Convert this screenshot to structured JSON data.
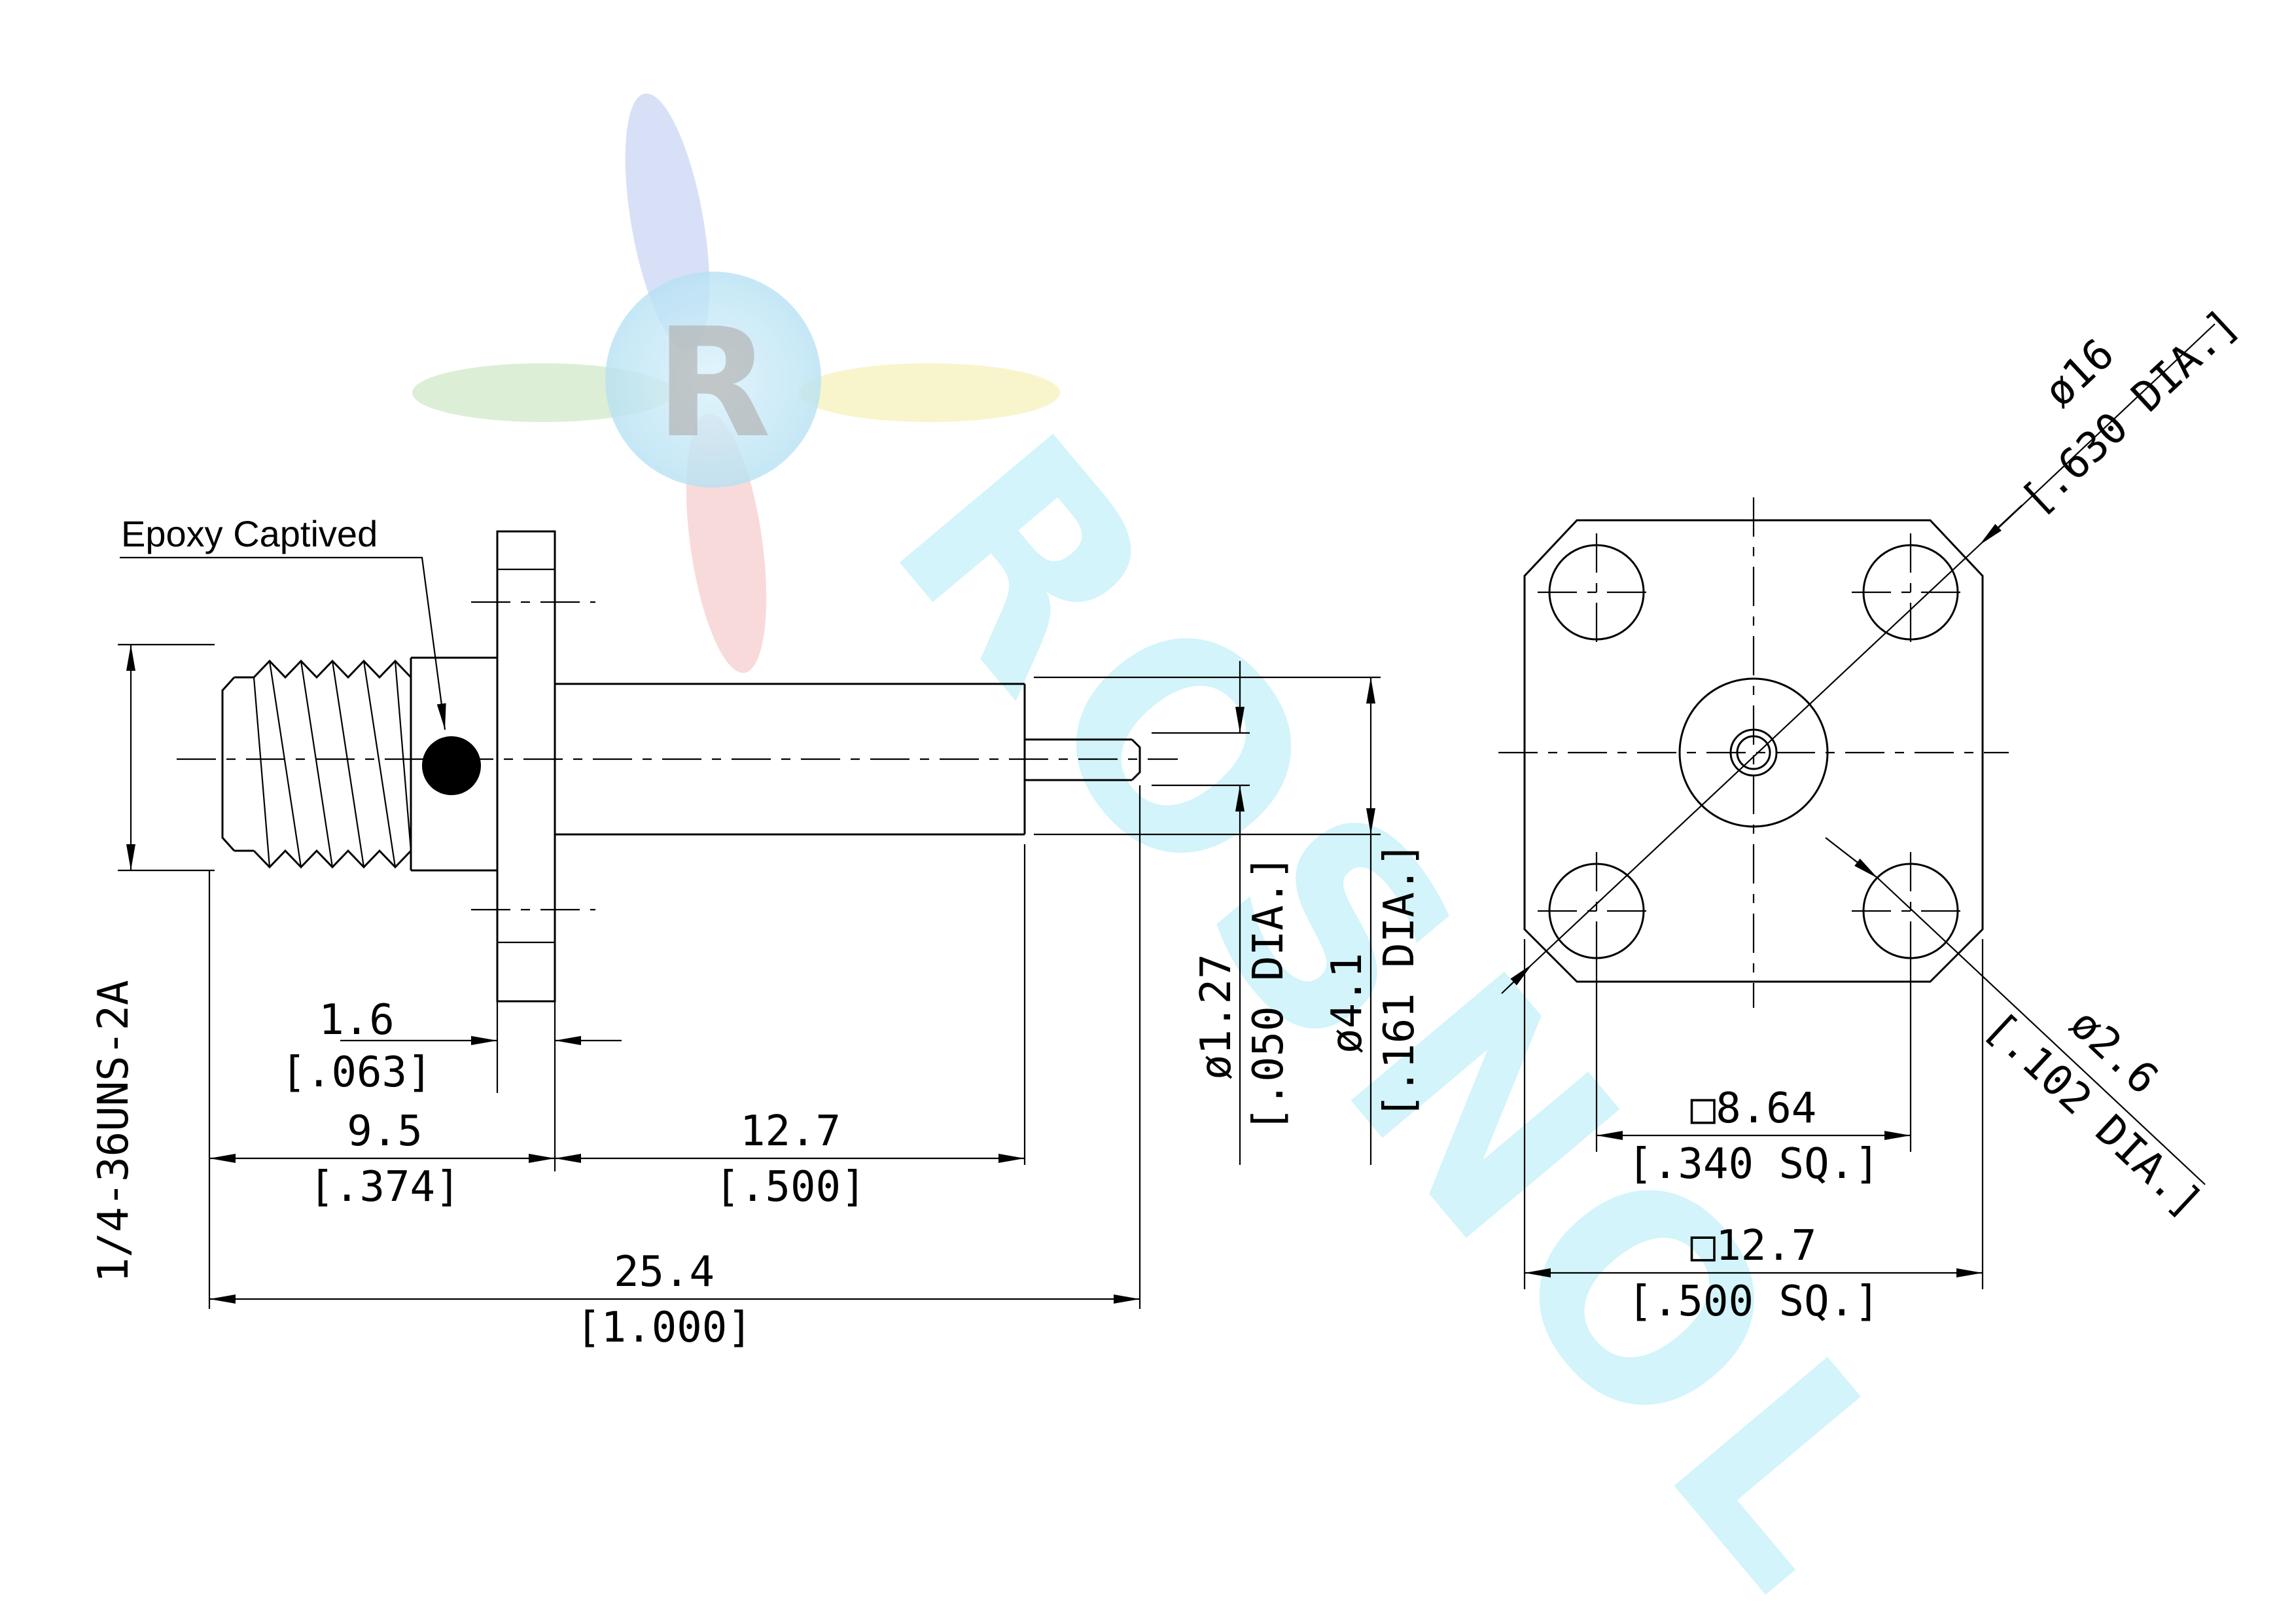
{
  "watermark": {
    "brand_text": "ROSNOL",
    "logo_letter": "R",
    "colors": {
      "blue": "#9fb4ea",
      "green": "#bfe0b0",
      "yellow": "#f2eda0",
      "red": "#f0a6a6",
      "cyan": "#7fe0f0"
    }
  },
  "side_view": {
    "callout": "Epoxy Captived",
    "thread_spec": "1/4-36UNS-2A",
    "dims": {
      "flange_thickness_mm": "1.6",
      "flange_thickness_in": "[.063]",
      "thread_length_mm": "9.5",
      "thread_length_in": "[.374]",
      "body_length_mm": "12.7",
      "body_length_in": "[.500]",
      "overall_length_mm": "25.4",
      "overall_length_in": "[1.000]",
      "pin_dia_mm": "ø1.27",
      "pin_dia_in": "[.050 DIA.]",
      "body_dia_mm": "ø4.1",
      "body_dia_in": "[.161 DIA.]"
    }
  },
  "front_view": {
    "dims": {
      "bolt_circle_mm": "ø16",
      "bolt_circle_in": "[.630 DIA.]",
      "hole_dia_mm": "ø2.6",
      "hole_dia_in": "[.102 DIA.]",
      "hole_spacing_mm": "□8.64",
      "hole_spacing_in": "[.340 SQ.]",
      "flange_size_mm": "□12.7",
      "flange_size_in": "[.500 SQ.]"
    }
  }
}
